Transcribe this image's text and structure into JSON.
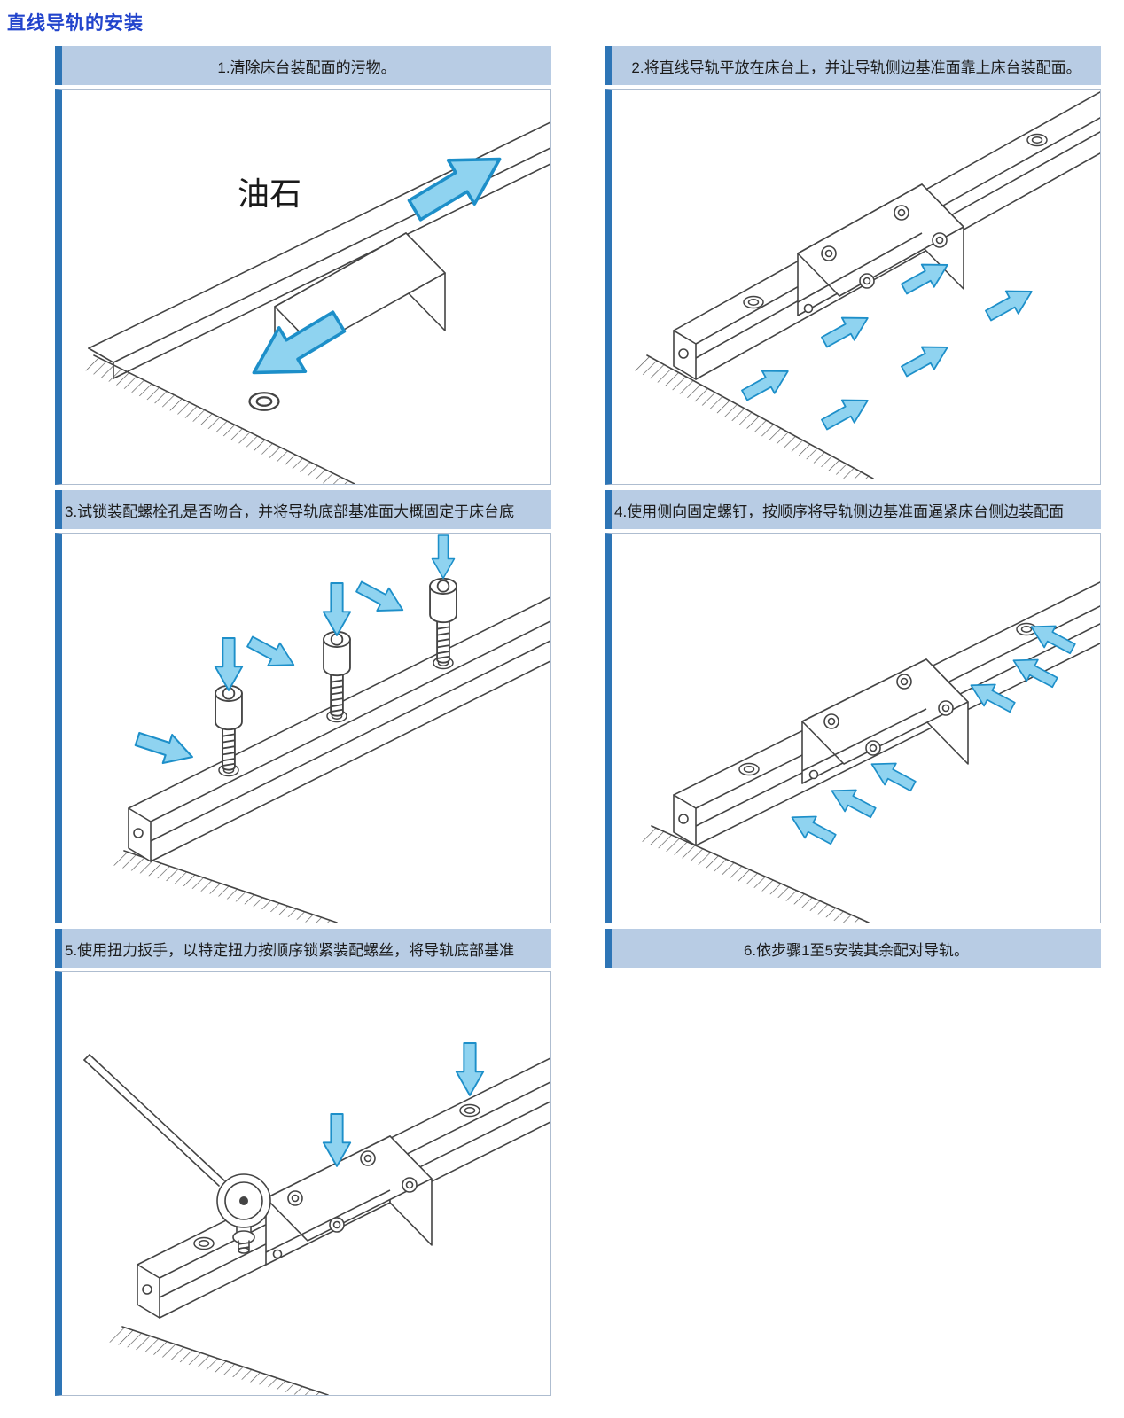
{
  "page": {
    "title": "直线导轨的安装"
  },
  "colors": {
    "header_background": "#b8cce4",
    "header_accent_stripe": "#2e75b6",
    "title_text": "#2244cc",
    "arrow_fill": "#8fd3f0",
    "arrow_outline": "#1d8fc9",
    "line_art": "#444444"
  },
  "steps": [
    {
      "id": 1,
      "label": "1.清除床台装配面的污物。"
    },
    {
      "id": 2,
      "label": "2.将直线导轨平放在床台上，并让导轨侧边基准面靠上床台装配面。"
    },
    {
      "id": 3,
      "label": "3.试锁装配螺栓孔是否吻合，并将导轨底部基准面大概固定于床台底"
    },
    {
      "id": 4,
      "label": "4.使用侧向固定螺钉，按顺序将导轨侧边基准面逼紧床台侧边装配面"
    },
    {
      "id": 5,
      "label": "5.使用扭力扳手，以特定扭力按顺序锁紧装配螺丝，将导轨底部基准"
    },
    {
      "id": 6,
      "label": "6.依步骤1至5安装其余配对导轨。"
    }
  ],
  "illustrations": {
    "oilstone_label": "油石"
  }
}
